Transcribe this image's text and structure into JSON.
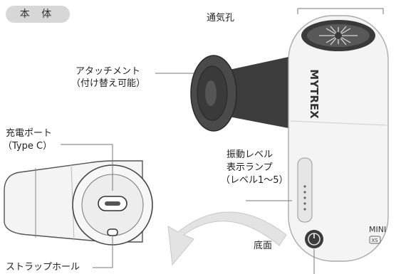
{
  "section_tag": "本 体",
  "labels": {
    "vent": "通気孔",
    "attachment_line1": "アタッチメント",
    "attachment_line2": "（付け替え可能）",
    "charge_port_line1": "充電ポート",
    "charge_port_line2": "（Type C）",
    "level_line1": "振動レベル",
    "level_line2": "表示ランプ",
    "level_line3": "（レベル1～5）",
    "bottom": "底面",
    "strap_hole": "ストラップホール"
  },
  "device": {
    "brand": "MYTREX",
    "model": "MINI",
    "model_sub": "XS"
  }
}
